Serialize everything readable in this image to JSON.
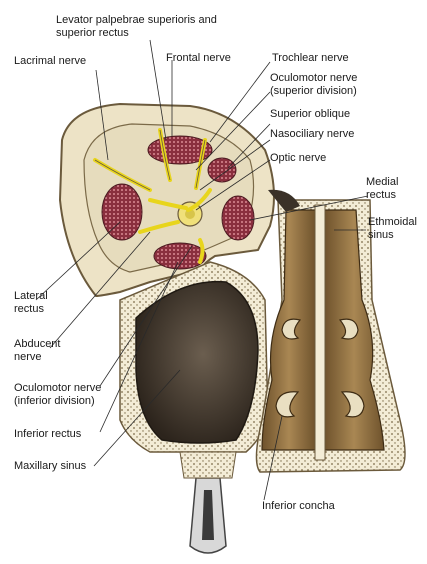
{
  "labels": {
    "levator": "Levator palpebrae superioris and",
    "levator2": "superior rectus",
    "lacrimal": "Lacrimal nerve",
    "frontal": "Frontal nerve",
    "trochlear": "Trochlear nerve",
    "oculomotor_sup": "Oculomotor nerve",
    "oculomotor_sup2": "(superior division)",
    "superior_oblique": "Superior oblique",
    "nasociliary": "Nasociliary nerve",
    "optic": "Optic nerve",
    "medial_rectus": "Medial",
    "medial_rectus2": "rectus",
    "ethmoidal": "Ethmoidal",
    "ethmoidal2": "sinus",
    "lateral_rectus": "Lateral",
    "lateral_rectus2": "rectus",
    "abducent": "Abducent",
    "abducent2": "nerve",
    "oculomotor_inf": "Oculomotor nerve",
    "oculomotor_inf2": "(inferior division)",
    "inferior_rectus": "Inferior rectus",
    "maxillary": "Maxillary sinus",
    "inferior_concha": "Inferior concha"
  },
  "colors": {
    "bone": "#ede3c6",
    "bone_edge": "#6b5a3c",
    "muscle": "#8a2f3e",
    "nerve": "#e8d51c",
    "sinus_dark": "#3a3128",
    "nasal_brown": "#8a6a3c",
    "leader": "#2a2a2a"
  }
}
